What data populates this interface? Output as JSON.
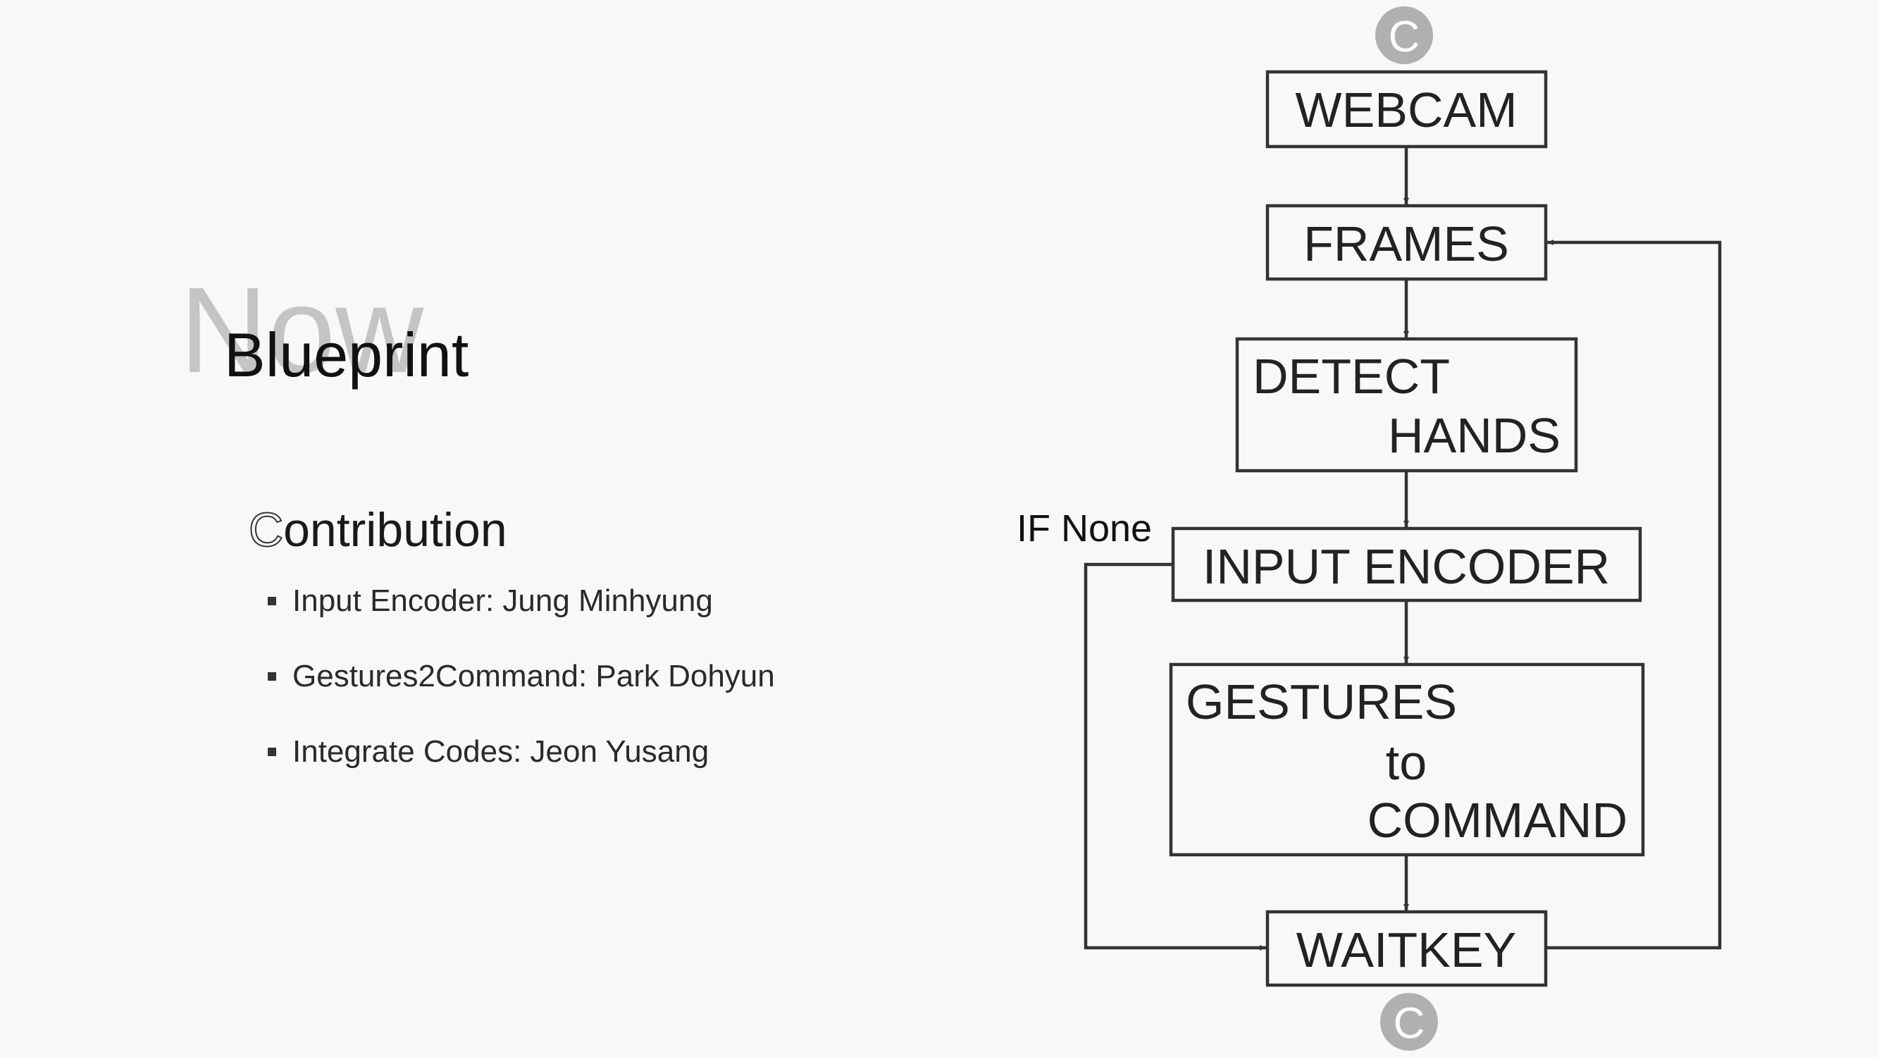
{
  "slide": {
    "ghost_title": "Now",
    "title": "Blueprint",
    "contribution": {
      "heading": "Contribution",
      "items": [
        "Input Encoder: Jung Minhyung",
        "Gestures2Command: Park Dohyun",
        "Integrate Codes: Jeon Yusang"
      ]
    }
  },
  "flowchart": {
    "connector_label": "C",
    "nodes": {
      "webcam": "WEBCAM",
      "frames": "FRAMES",
      "detect_hands_1": "DETECT",
      "detect_hands_2": "HANDS",
      "input_encoder": "INPUT ENCODER",
      "gestures_1": "GESTURES",
      "gestures_2": "to",
      "gestures_3": "COMMAND",
      "waitkey": "WAITKEY"
    },
    "edge_labels": {
      "if_none": "IF None"
    }
  }
}
